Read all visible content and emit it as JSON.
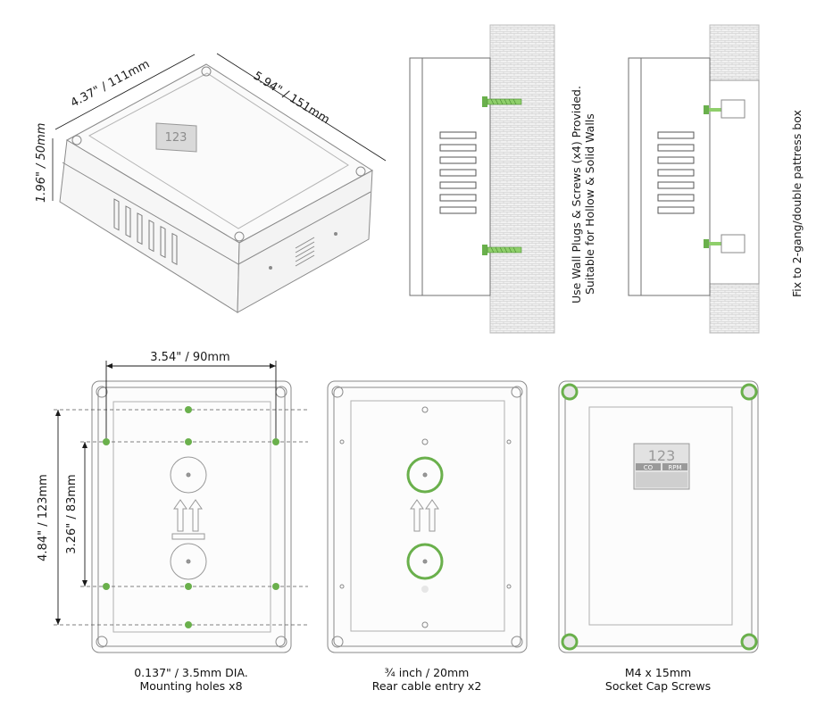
{
  "iso_view": {
    "dim_width": "4.37\" / 111mm",
    "dim_length": "5.94\" / 151mm",
    "dim_height": "1.96\" / 50mm",
    "display_value": "123"
  },
  "side_views": {
    "screw_note_line1": "Use Wall Plugs & Screws (x4) Provided.",
    "screw_note_line2": "Suitable for Hollow & Solid Walls",
    "pattress_note": "Fix to 2-gang/double pattress box"
  },
  "rear_view": {
    "dim_hole_width": "3.54\" / 90mm",
    "dim_outer_height": "4.84\" / 123mm",
    "dim_inner_height": "3.26\" / 83mm",
    "caption_line1": "0.137\" / 3.5mm DIA.",
    "caption_line2": "Mounting holes x8"
  },
  "entry_view": {
    "caption_line1": "¾ inch / 20mm",
    "caption_line2": "Rear cable entry x2"
  },
  "front_view": {
    "display_value": "123",
    "label_left": "CO",
    "label_right": "RPM",
    "caption_line1": "M4 x 15mm",
    "caption_line2": "Socket Cap Screws"
  },
  "colors": {
    "accent_green": "#6ab04c",
    "line_gray": "#8a8a8a",
    "wall_gray": "#d2d2d2"
  }
}
